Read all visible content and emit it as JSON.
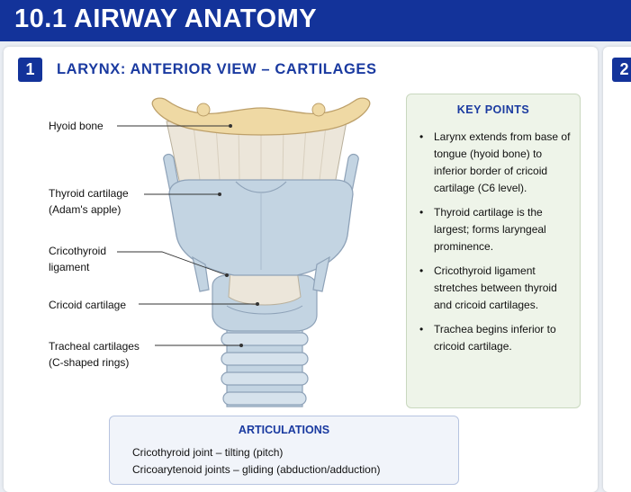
{
  "header": {
    "title": "10.1 AIRWAY ANATOMY"
  },
  "section": {
    "number": "1",
    "title": "LARYNX: ANTERIOR VIEW – CARTILAGES"
  },
  "next_section": {
    "number": "2"
  },
  "labels": {
    "hyoid": "Hyoid bone",
    "thyroid_1": "Thyroid cartilage",
    "thyroid_2": "(Adam's apple)",
    "cricothyroid_1": "Cricothyroid",
    "cricothyroid_2": "ligament",
    "cricoid": "Cricoid cartilage",
    "tracheal_1": "Tracheal cartilages",
    "tracheal_2": "(C-shaped rings)"
  },
  "key_points": {
    "title": "KEY POINTS",
    "items": [
      "Larynx extends from base of tongue (hyoid bone) to inferior border of cricoid cartilage (C6 level).",
      "Thyroid cartilage is the largest; forms laryngeal prominence.",
      "Cricothyroid ligament stretches between thyroid and cricoid cartilages.",
      "Trachea begins inferior to cricoid cartilage."
    ]
  },
  "articulations": {
    "title": "ARTICULATIONS",
    "lines": [
      "Cricothyroid joint – tilting (pitch)",
      "Cricoarytenoid joints – gliding (abduction/adduction)"
    ]
  },
  "colors": {
    "header_bg": "#13339a",
    "accent": "#1a3aa0",
    "cartilage": "#c3d4e2",
    "hyoid": "#efd9a4",
    "membrane": "#ece6da",
    "key_bg": "#eef4e9"
  }
}
